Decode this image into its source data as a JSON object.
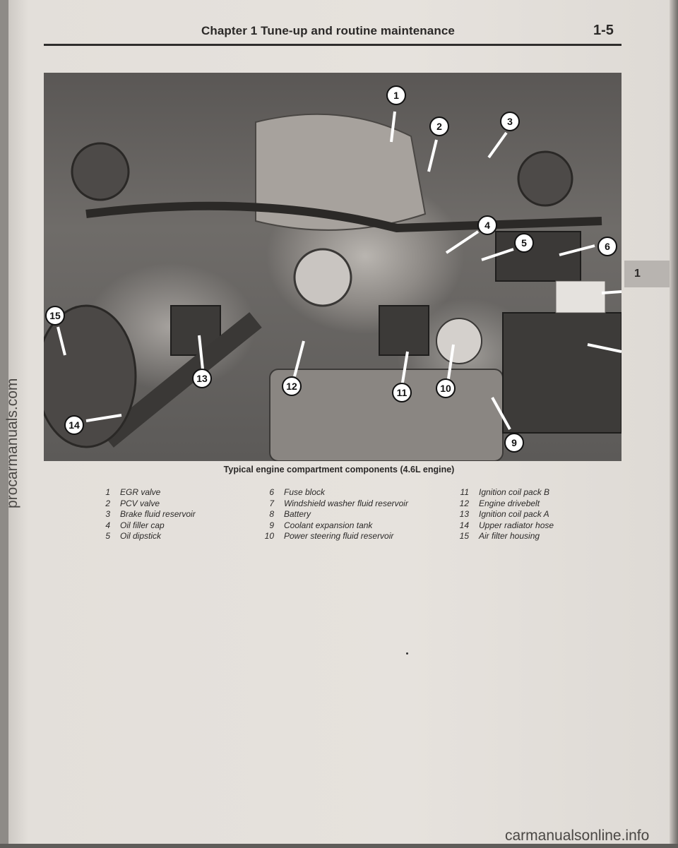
{
  "header": {
    "chapter_title": "Chapter 1   Tune-up and routine maintenance",
    "page_number": "1-5"
  },
  "section_tab": "1",
  "figure": {
    "caption": "Typical engine compartment components (4.6L engine)",
    "callouts": [
      "1",
      "2",
      "3",
      "4",
      "5",
      "6",
      "9",
      "10",
      "11",
      "12",
      "13",
      "14",
      "15"
    ]
  },
  "legend": {
    "col1": [
      {
        "num": "1",
        "label": "EGR valve"
      },
      {
        "num": "2",
        "label": "PCV valve"
      },
      {
        "num": "3",
        "label": "Brake fluid reservoir"
      },
      {
        "num": "4",
        "label": "Oil filler cap"
      },
      {
        "num": "5",
        "label": "Oil dipstick"
      }
    ],
    "col2": [
      {
        "num": "6",
        "label": "Fuse block"
      },
      {
        "num": "7",
        "label": "Windshield washer fluid reservoir"
      },
      {
        "num": "8",
        "label": "Battery"
      },
      {
        "num": "9",
        "label": "Coolant expansion tank"
      },
      {
        "num": "10",
        "label": "Power steering fluid reservoir"
      }
    ],
    "col3": [
      {
        "num": "11",
        "label": "Ignition coil pack B"
      },
      {
        "num": "12",
        "label": "Engine drivebelt"
      },
      {
        "num": "13",
        "label": "Ignition coil pack A"
      },
      {
        "num": "14",
        "label": "Upper radiator hose"
      },
      {
        "num": "15",
        "label": "Air filter housing"
      }
    ]
  },
  "watermarks": {
    "left": "procarmanuals.com",
    "bottom": "carmanualsonline.info"
  }
}
